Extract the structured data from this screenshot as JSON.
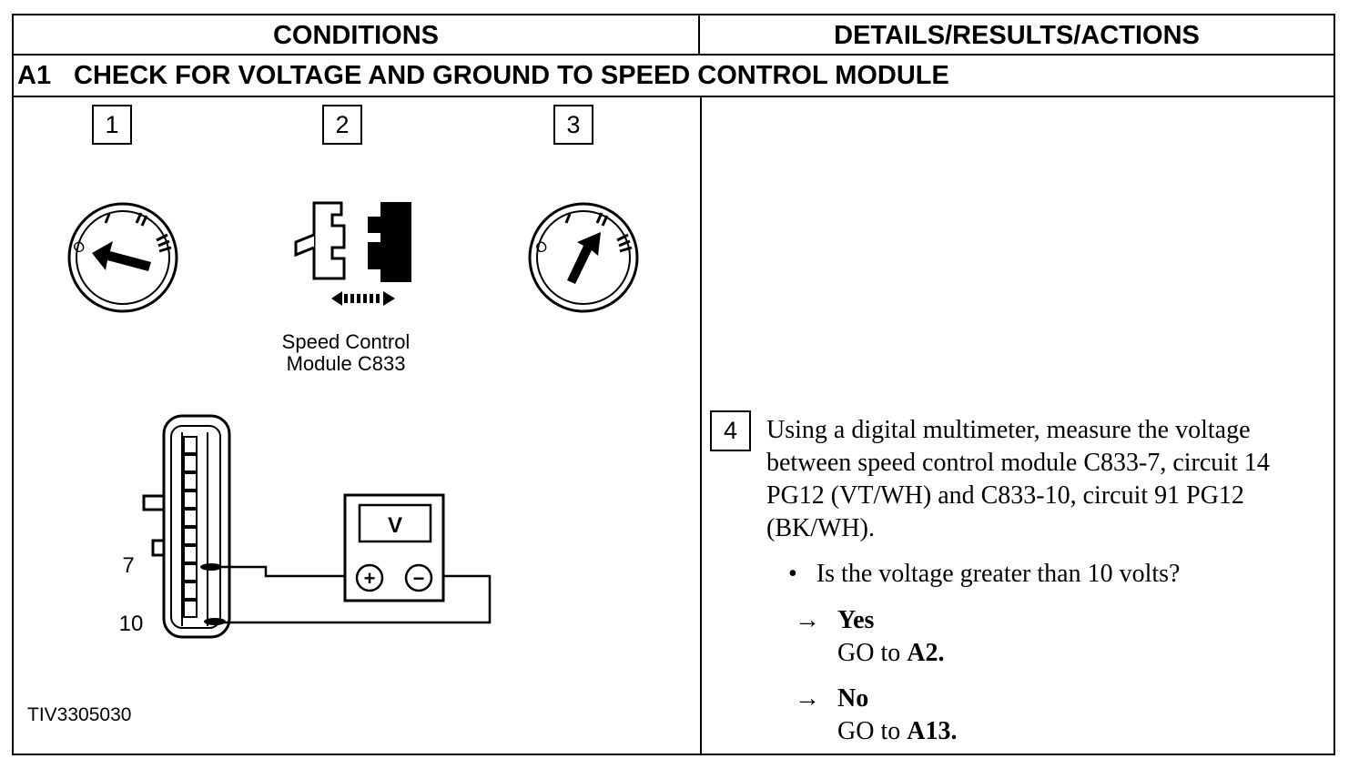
{
  "header": {
    "conditions": "CONDITIONS",
    "details": "DETAILS/RESULTS/ACTIONS"
  },
  "step": {
    "id": "A1",
    "title": "CHECK FOR VOLTAGE AND GROUND TO SPEED CONTROL MODULE"
  },
  "figure": {
    "steps": [
      "1",
      "2",
      "3"
    ],
    "connector_label_line1": "Speed Control",
    "connector_label_line2": "Module C833",
    "meter_label": "V",
    "meter_plus": "+",
    "meter_minus": "−",
    "ignition_positions": [
      "O",
      "I",
      "II",
      "III"
    ],
    "pin_7": "7",
    "pin_10": "10",
    "figure_id": "TIV3305030"
  },
  "details": {
    "step_number": "4",
    "instruction_lines": [
      "Using a digital multimeter, measure the voltage",
      "between speed control module C833-7, circuit 14",
      "PG12 (VT/WH) and C833-10, circuit 91 PG12",
      "(BK/WH)."
    ],
    "question": "Is the voltage greater than 10 volts?",
    "yes_label": "Yes",
    "yes_action_prefix": "GO to ",
    "yes_action_target": "A2.",
    "no_label": "No",
    "no_action_prefix": "GO to ",
    "no_action_target": "A13.",
    "arrow": "→",
    "bullet": "•"
  }
}
